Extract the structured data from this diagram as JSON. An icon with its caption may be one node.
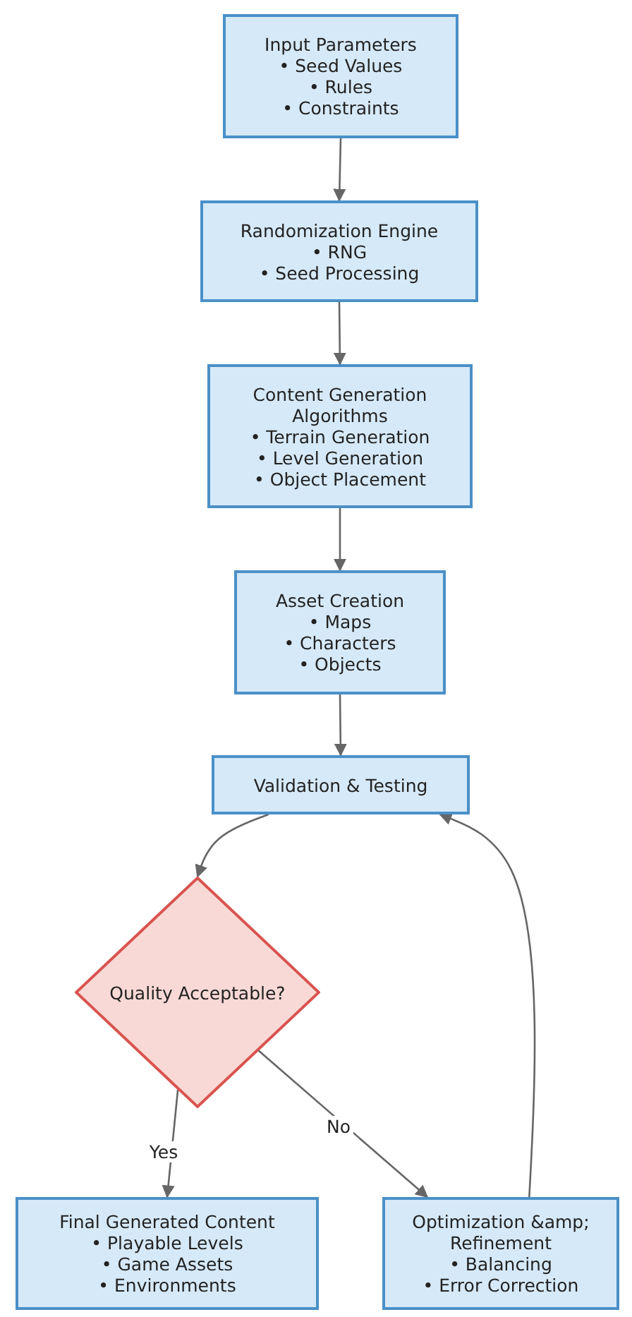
{
  "diagram": {
    "nodes": [
      {
        "text": [
          "Input Parameters",
          "• Seed Values",
          "• Rules",
          "• Constraints"
        ]
      },
      {
        "text": [
          "Randomization Engine",
          "• RNG",
          "• Seed Processing"
        ]
      },
      {
        "text": [
          "Content Generation Algorithms",
          "• Terrain Generation",
          "• Level Generation",
          "• Object Placement"
        ]
      },
      {
        "text": [
          "Asset Creation",
          "• Maps",
          "• Characters",
          "• Objects"
        ]
      },
      {
        "text": [
          "Validation & Testing"
        ]
      },
      {
        "text": [
          "Quality Acceptable?"
        ]
      },
      {
        "text": [
          "Final Generated Content",
          "• Playable Levels",
          "• Game Assets",
          "• Environments"
        ]
      },
      {
        "text": [
          "Optimization &amp; Refinement",
          "• Balancing",
          "• Error Correction"
        ]
      }
    ],
    "edges": [
      {
        "from": 0,
        "to": 1,
        "arrow": "to"
      },
      {
        "from": 1,
        "to": 2,
        "arrow": "to"
      },
      {
        "from": 2,
        "to": 3,
        "arrow": "to"
      },
      {
        "from": 3,
        "to": 4,
        "arrow": "to"
      },
      {
        "from": 4,
        "to": 5,
        "arrow": "to"
      },
      {
        "from": 5,
        "to": 6,
        "label": "Yes",
        "arrow": "to"
      },
      {
        "from": 5,
        "to": 7,
        "label": "No",
        "arrow": "to"
      },
      {
        "from": 7,
        "to": 4,
        "arrow": "to"
      }
    ]
  }
}
